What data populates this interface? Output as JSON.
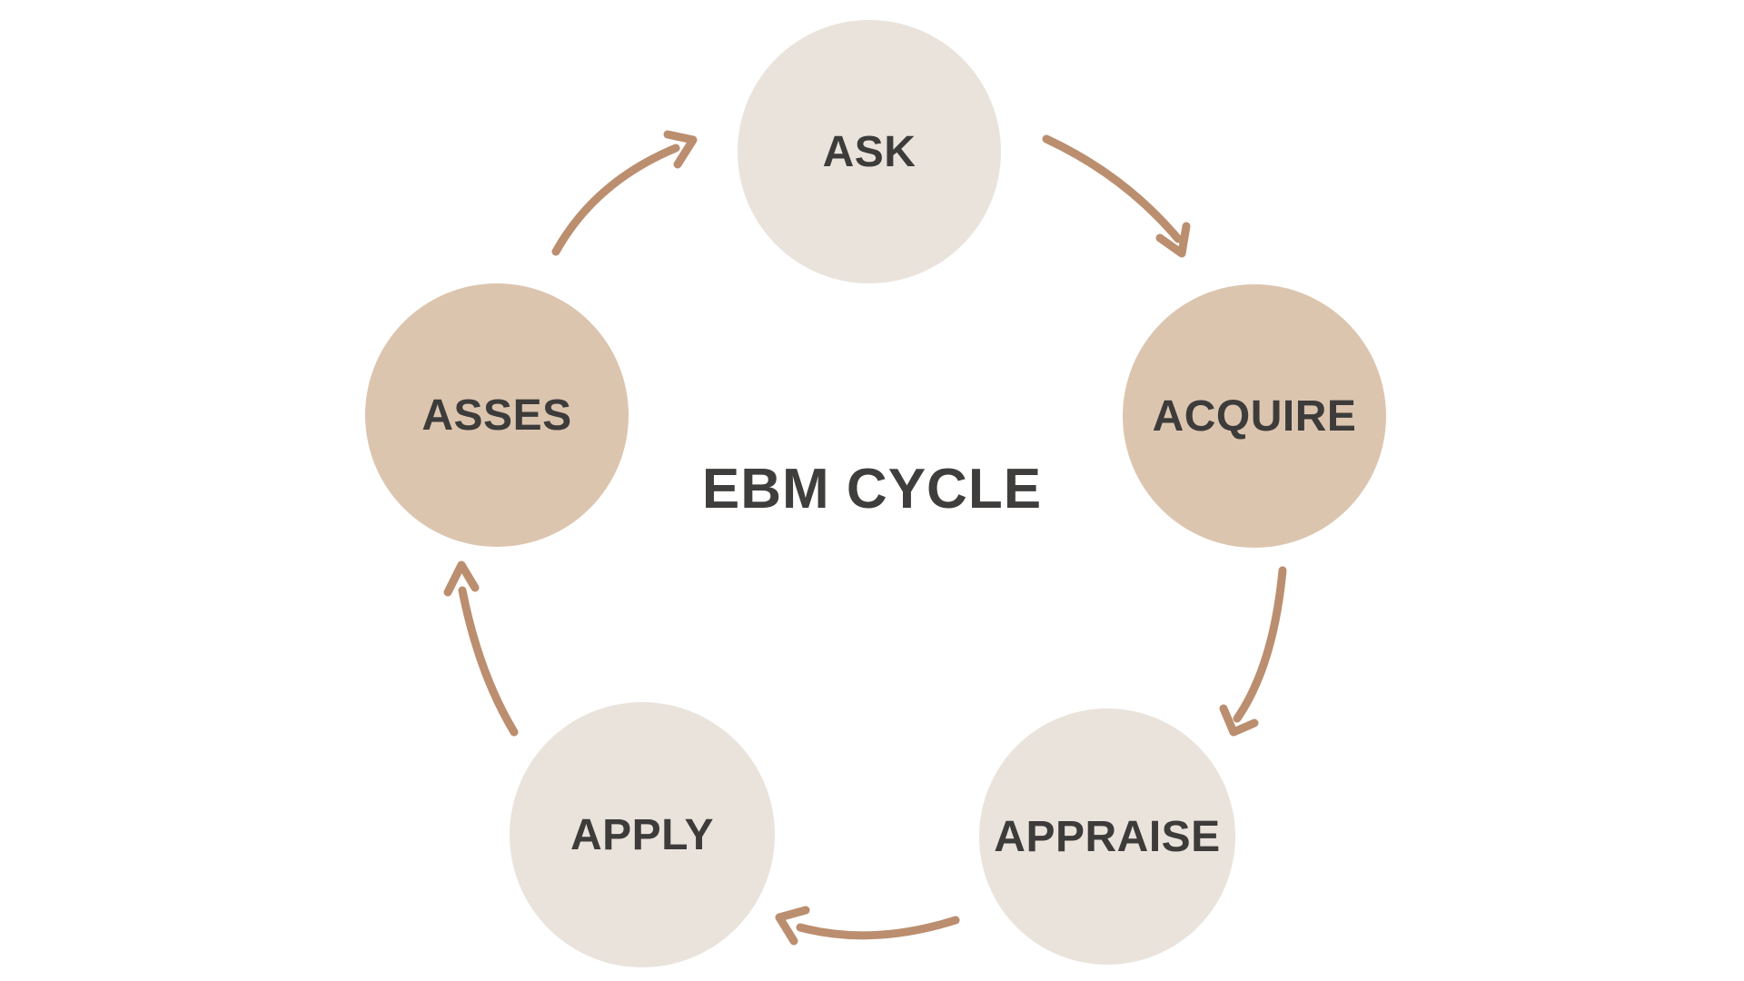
{
  "title": "EBM CYCLE",
  "colors": {
    "background": "#ffffff",
    "node_light": "#e9e3dc",
    "node_tan": "#dcc5af",
    "arrow": "#bb8e6f",
    "label_text": "#3d3c3b"
  },
  "cycle": {
    "direction": "clockwise",
    "nodes": [
      {
        "id": "ask",
        "label": "ASK",
        "tone": "light",
        "position": "top"
      },
      {
        "id": "acquire",
        "label": "ACQUIRE",
        "tone": "tan",
        "position": "right"
      },
      {
        "id": "appraise",
        "label": "APPRAISE",
        "tone": "light",
        "position": "bottom-right"
      },
      {
        "id": "apply",
        "label": "APPLY",
        "tone": "light",
        "position": "bottom-left"
      },
      {
        "id": "asses",
        "label": "ASSES",
        "tone": "tan",
        "position": "left"
      }
    ],
    "arrows": [
      {
        "from": "asses",
        "to": "ask"
      },
      {
        "from": "ask",
        "to": "acquire"
      },
      {
        "from": "acquire",
        "to": "appraise"
      },
      {
        "from": "appraise",
        "to": "apply"
      },
      {
        "from": "apply",
        "to": "asses"
      }
    ]
  }
}
